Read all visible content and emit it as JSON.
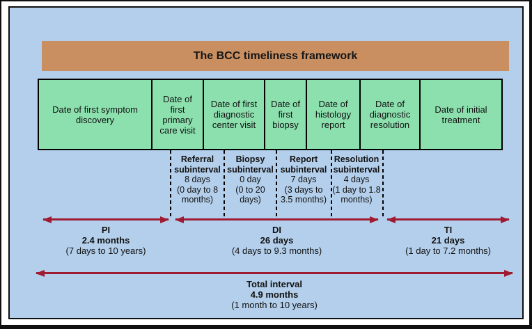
{
  "figure": {
    "title": "The BCC timeliness framework"
  },
  "stages": [
    {
      "label": "Date of first symptom\ndiscovery"
    },
    {
      "label": "Date of\nfirst\nprimary\ncare visit"
    },
    {
      "label": "Date of first\ndiagnostic\ncenter visit"
    },
    {
      "label": "Date of\nfirst\nbiopsy"
    },
    {
      "label": "Date of\nhistology\nreport"
    },
    {
      "label": "Date of\ndiagnostic\nresolution"
    },
    {
      "label": "Date of initial\ntreatment"
    }
  ],
  "subintervals": [
    {
      "name": "Referral\nsubinterval",
      "stats": "8 days\n(0 day to 8\nmonths)"
    },
    {
      "name": "Biopsy\nsubinterval",
      "stats": "0 day\n(0 to 20\ndays)"
    },
    {
      "name": "Report\nsubinterval",
      "stats": "7 days\n(3 days to\n3.5 months)"
    },
    {
      "name": "Resolution\nsubinterval",
      "stats": "4 days\n(1 day to 1.8\nmonths)"
    }
  ],
  "intervals": [
    {
      "abbr": "PI",
      "median": "2.4 months",
      "range": "(7 days to 10 years)"
    },
    {
      "abbr": "DI",
      "median": "26 days",
      "range": "(4 days to 9.3 months)"
    },
    {
      "abbr": "TI",
      "median": "21 days",
      "range": "(1 day to 7.2 months)"
    }
  ],
  "total": {
    "label": "Total interval",
    "median": "4.9 months",
    "range": "(1 month to 10 years)"
  },
  "colors": {
    "panel_background": "#b4cfeb",
    "stage_box": "#8ce0ae",
    "title_bar": "#c98f61",
    "arrow": "#9e1b32",
    "border": "#000000"
  }
}
